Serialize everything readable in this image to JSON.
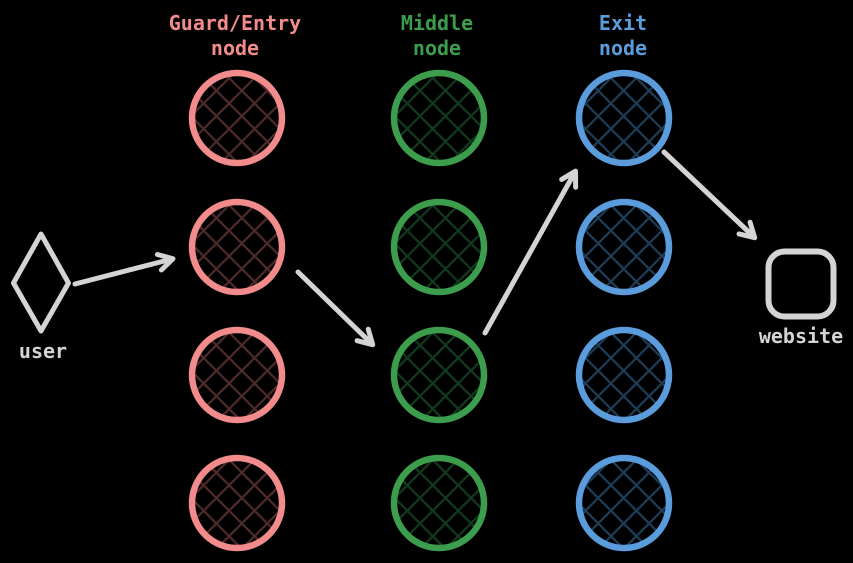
{
  "colors": {
    "bg": "#000000",
    "guard": "#f28b8b",
    "guardHatch": "#4e2a2a",
    "middle": "#3c9e4d",
    "middleHatch": "#123a1e",
    "exit": "#5b9cdd",
    "exitHatch": "#1e3d57",
    "neutral": "#d4d4d4"
  },
  "columns": [
    {
      "id": "guard",
      "title_line1": "Guard/Entry",
      "title_line2": "node",
      "node_count": 4
    },
    {
      "id": "middle",
      "title_line1": "Middle",
      "title_line2": "node",
      "node_count": 4
    },
    {
      "id": "exit",
      "title_line1": "Exit",
      "title_line2": "node",
      "node_count": 4
    }
  ],
  "endpoints": {
    "user_label": "user",
    "website_label": "website"
  },
  "arrows": [
    {
      "from": "user",
      "to": "guard-node-2"
    },
    {
      "from": "guard-node-2",
      "to": "middle-node-3"
    },
    {
      "from": "middle-node-3",
      "to": "exit-node-1"
    },
    {
      "from": "exit-node-1",
      "to": "website"
    }
  ]
}
